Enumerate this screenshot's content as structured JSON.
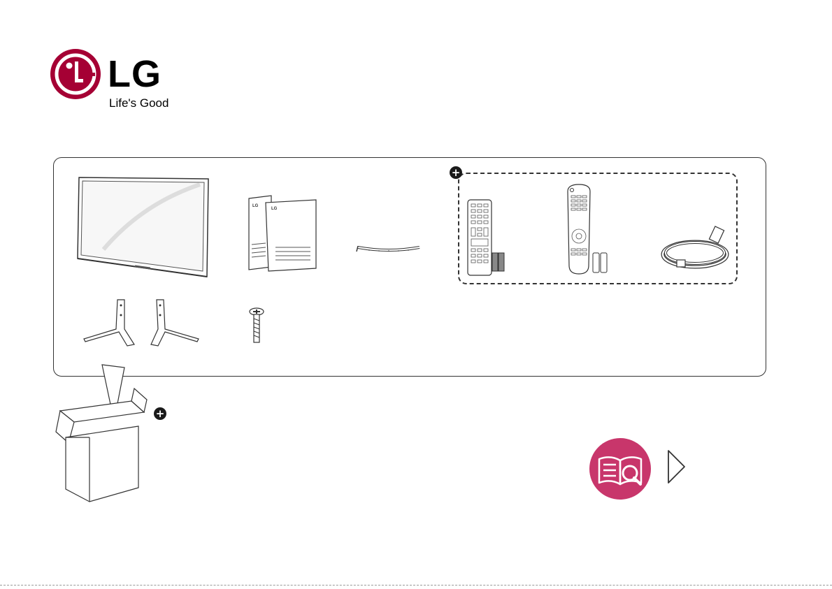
{
  "brand": {
    "wordmark": "LG",
    "slogan": "Life's Good",
    "logo_color": "#a50034"
  },
  "manual": {
    "doc_mark": "LG",
    "accent_color": "#c8366b"
  },
  "icons": {
    "plus_symbol": "+",
    "next_symbol": "arrow-right-outline"
  }
}
